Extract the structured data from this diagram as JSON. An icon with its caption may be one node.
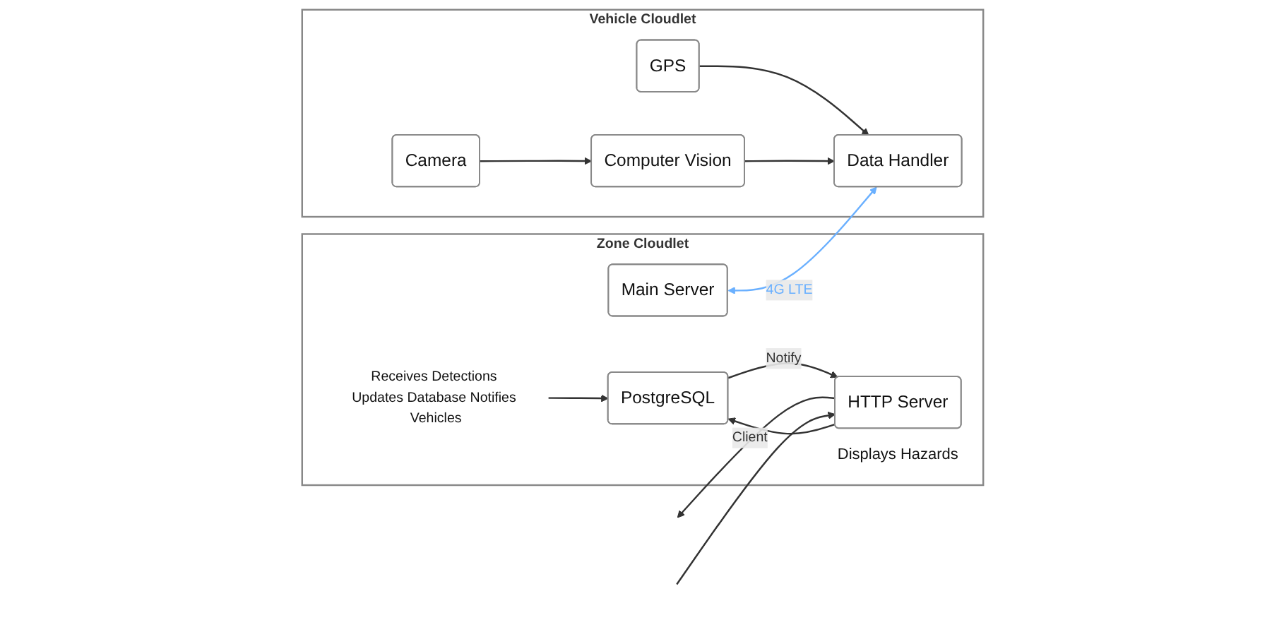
{
  "diagram": {
    "nodes": [
      {
        "text": [
          "Zone Cloudlet"
        ]
      },
      {
        "text": [
          "Main Server"
        ],
        "in": 0
      },
      {
        "text": [
          "Receives Detections Updates Database Notifies Vehicles"
        ],
        "in": 0
      },
      {
        "text": [
          "HTTP Server"
        ],
        "in": 0,
        "beside": [
          "Displays Hazards"
        ]
      },
      {
        "text": [
          "PostgreSQL"
        ],
        "in": 0
      },
      {
        "text": [
          "Vehicle Cloudlet"
        ]
      },
      {
        "text": [
          "Data Handler"
        ],
        "in": 5
      },
      {
        "text": [
          "GPS"
        ],
        "in": 5
      },
      {
        "text": [
          "Computer Vision"
        ],
        "in": 5
      },
      {
        "text": [
          "Camera"
        ],
        "in": 5
      }
    ],
    "edges": [
      {
        "from": 1,
        "to": 6,
        "arrow": "both",
        "label": "4G LTE",
        "color": "#6ab0ff"
      },
      {
        "from": 2,
        "to": 4,
        "arrow": "to"
      },
      {
        "from": 3,
        "to": 4,
        "arrow": "to"
      },
      {
        "from": 4,
        "to": 3,
        "arrow": "to",
        "label": "Notify"
      },
      {
        "from": 3,
        "to": null,
        "arrow": "to",
        "label": "Client"
      },
      {
        "from": null,
        "to": 3,
        "arrow": "to"
      },
      {
        "from": 7,
        "to": 6,
        "arrow": "to"
      },
      {
        "from": 8,
        "to": 6,
        "arrow": "to"
      },
      {
        "from": 9,
        "to": 8,
        "arrow": "to"
      }
    ]
  }
}
